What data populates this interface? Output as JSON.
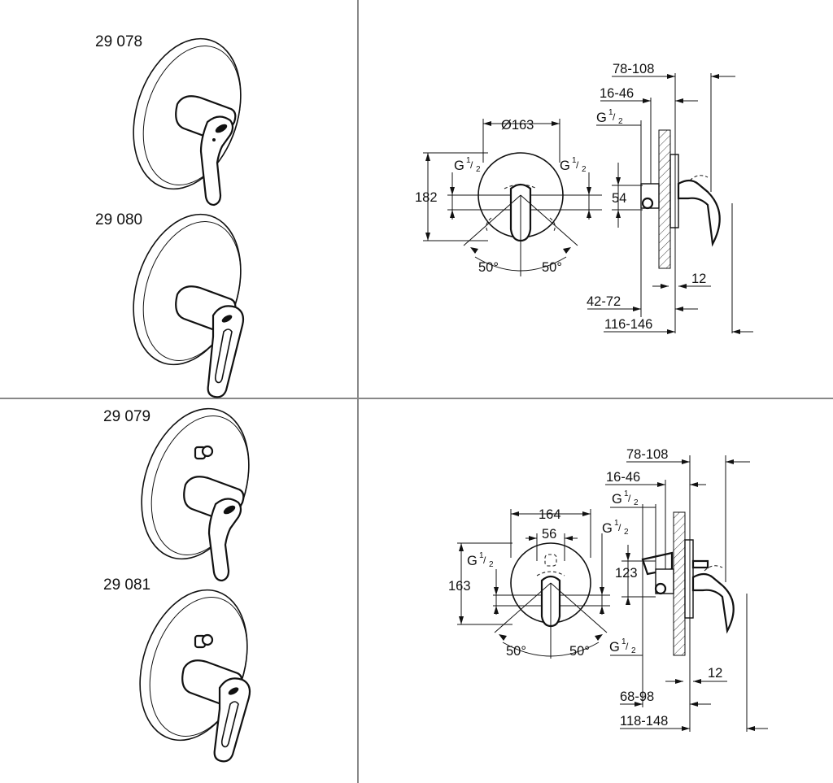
{
  "products": [
    {
      "code": "29 078"
    },
    {
      "code": "29 080"
    },
    {
      "code": "29 079"
    },
    {
      "code": "29 081"
    }
  ],
  "drawing_top": {
    "diameter": "Ø163",
    "height": "182",
    "connection_left": {
      "base": "G",
      "sup": "1",
      "sub": "2"
    },
    "connection_right": {
      "base": "G",
      "sup": "1",
      "sub": "2"
    },
    "connection_side": {
      "base": "G",
      "sup": "1",
      "sub": "2"
    },
    "angle_left": "50°",
    "angle_right": "50°",
    "offset": "54",
    "depth_total": "78-108",
    "depth_inner": "16-46",
    "wall": "12",
    "install_min": "42-72",
    "install_max": "116-146"
  },
  "drawing_bottom": {
    "width": "164",
    "inner_width": "56",
    "height": "163",
    "connection_left": {
      "base": "G",
      "sup": "1",
      "sub": "2"
    },
    "connection_right": {
      "base": "G",
      "sup": "1",
      "sub": "2"
    },
    "connection_side_top": {
      "base": "G",
      "sup": "1",
      "sub": "2"
    },
    "connection_side_bottom": {
      "base": "G",
      "sup": "1",
      "sub": "2"
    },
    "angle_left": "50°",
    "angle_right": "50°",
    "offset": "123",
    "depth_total": "78-108",
    "depth_inner": "16-46",
    "wall": "12",
    "install_min": "68-98",
    "install_max": "118-148"
  }
}
